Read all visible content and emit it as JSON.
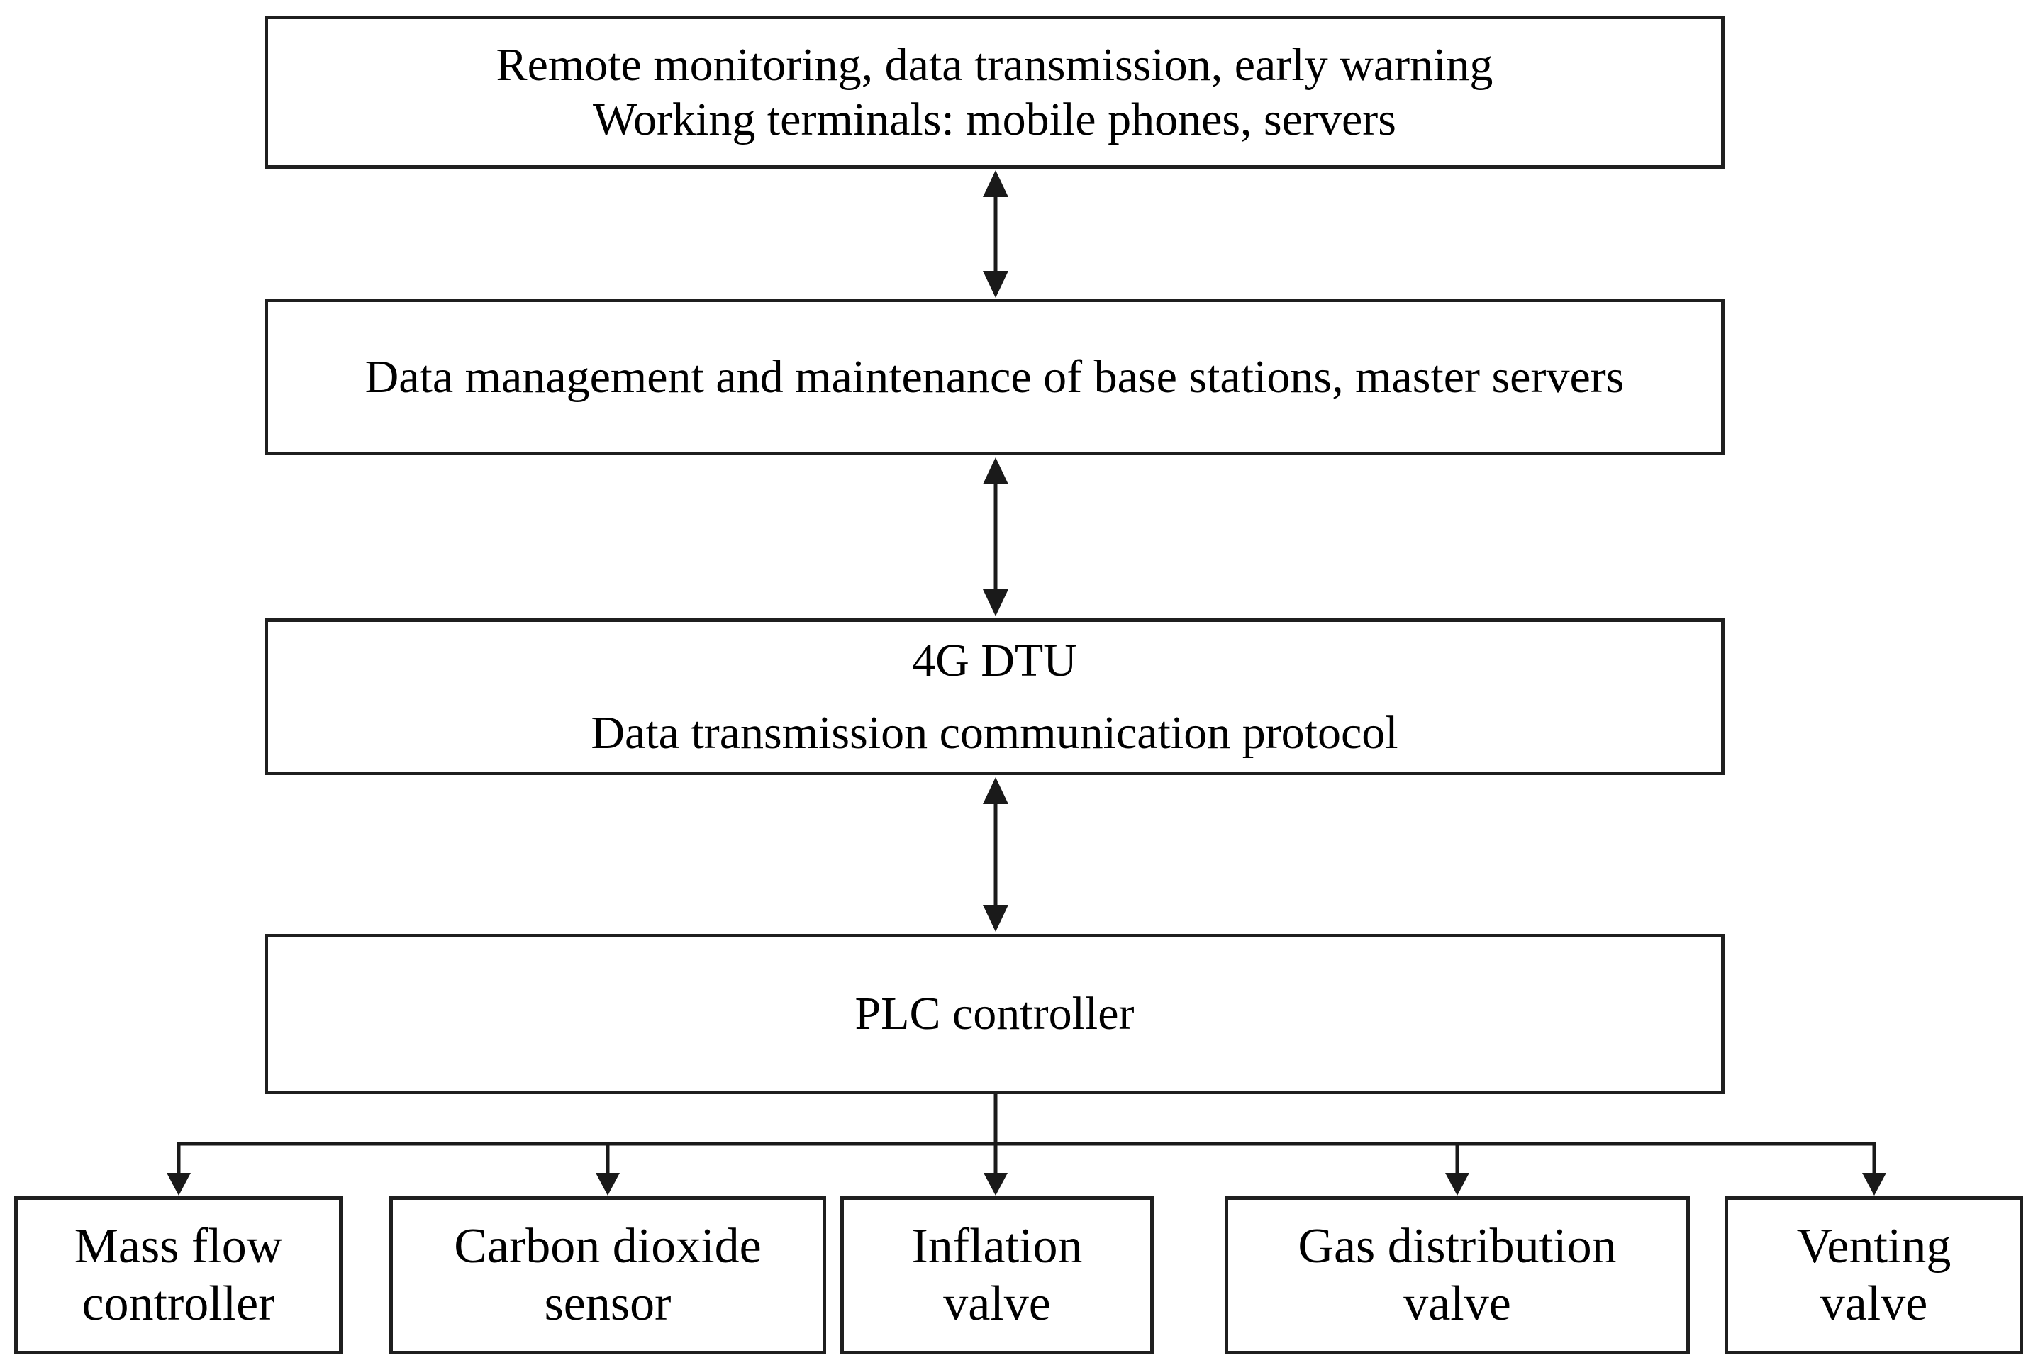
{
  "diagram_type": "flowchart",
  "colors": {
    "background": "#ffffff",
    "border": "#1f1f1f",
    "connector": "#1a1a1a",
    "text": "#000000"
  },
  "nodes": {
    "terminals": {
      "lines": [
        "Remote monitoring, data transmission, early warning",
        "Working terminals: mobile phones, servers"
      ]
    },
    "base_stations": {
      "lines": [
        "Data management and maintenance of base stations, master servers"
      ]
    },
    "dtu": {
      "lines": [
        "4G DTU",
        "Data transmission communication protocol"
      ]
    },
    "plc": {
      "lines": [
        "PLC controller"
      ]
    },
    "devices": [
      {
        "lines": [
          "Mass flow",
          "controller"
        ]
      },
      {
        "lines": [
          "Carbon dioxide",
          "sensor"
        ]
      },
      {
        "lines": [
          "Inflation",
          "valve"
        ]
      },
      {
        "lines": [
          "Gas distribution",
          "valve"
        ]
      },
      {
        "lines": [
          "Venting",
          "valve"
        ]
      }
    ]
  }
}
